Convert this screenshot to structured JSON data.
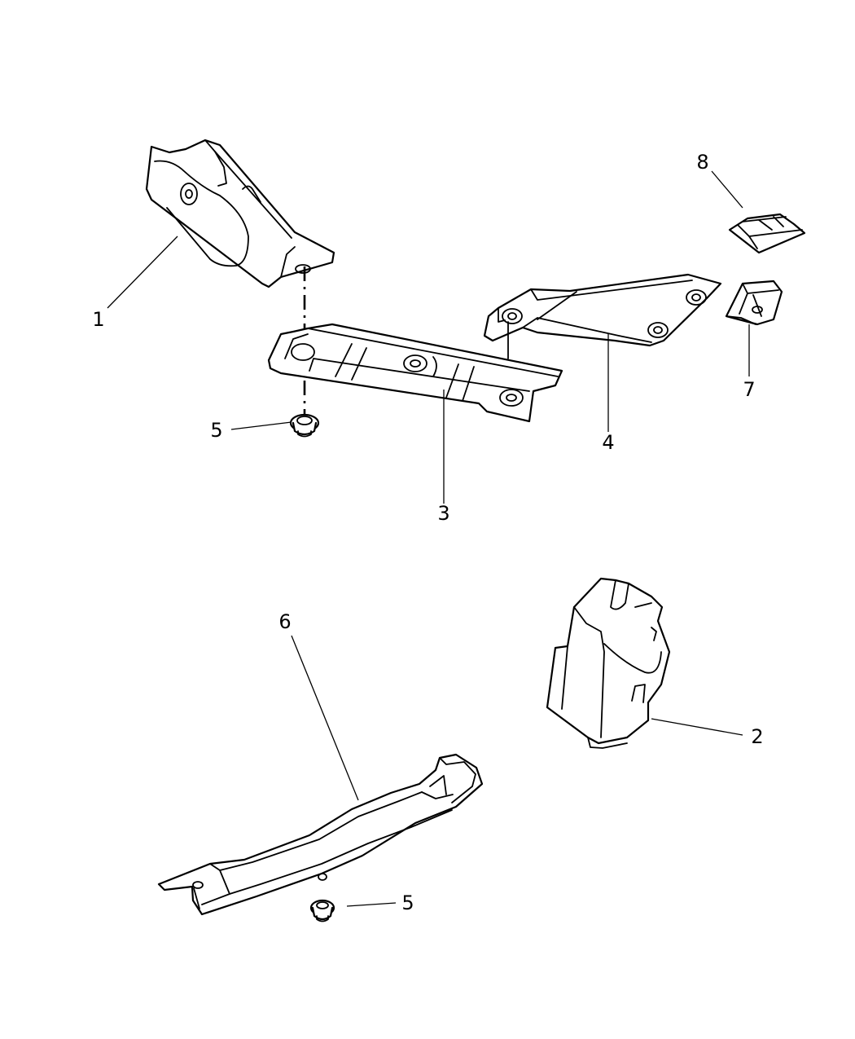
{
  "callouts": {
    "c1": "1",
    "c2": "2",
    "c3": "3",
    "c4": "4",
    "c5a": "5",
    "c5b": "5",
    "c6": "6",
    "c7": "7",
    "c8": "8"
  },
  "colors": {
    "line": "#000000",
    "background": "#ffffff"
  }
}
